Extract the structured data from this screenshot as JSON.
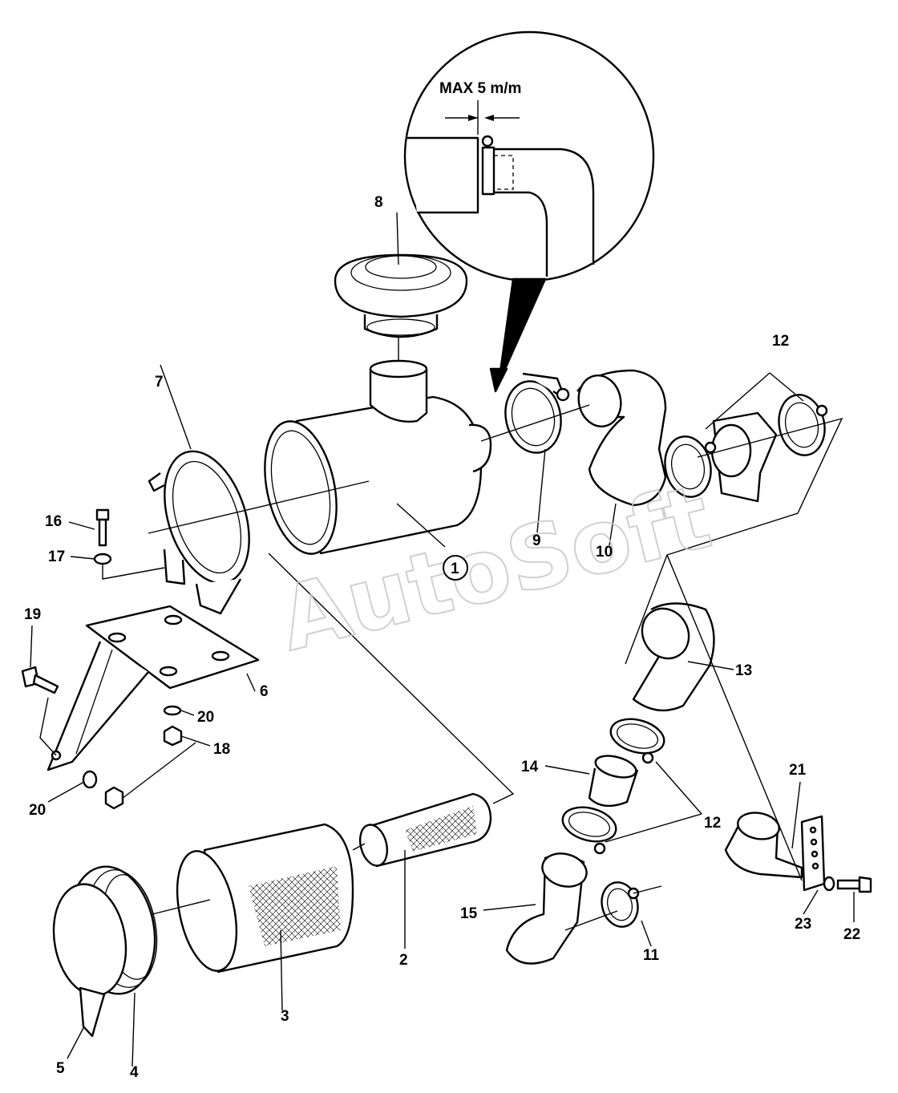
{
  "watermark": "AutoSoft",
  "detail": {
    "dimension_label": "MAX 5 m/m"
  },
  "callouts": {
    "p1": "1",
    "p2": "2",
    "p3": "3",
    "p4": "4",
    "p5": "5",
    "p6": "6",
    "p7": "7",
    "p8": "8",
    "p9": "9",
    "p10": "10",
    "p11": "11",
    "p12a": "12",
    "p12b": "12",
    "p13": "13",
    "p14": "14",
    "p15": "15",
    "p16": "16",
    "p17": "17",
    "p18": "18",
    "p19": "19",
    "p20a": "20",
    "p20b": "20",
    "p21": "21",
    "p22": "22",
    "p23": "23"
  }
}
